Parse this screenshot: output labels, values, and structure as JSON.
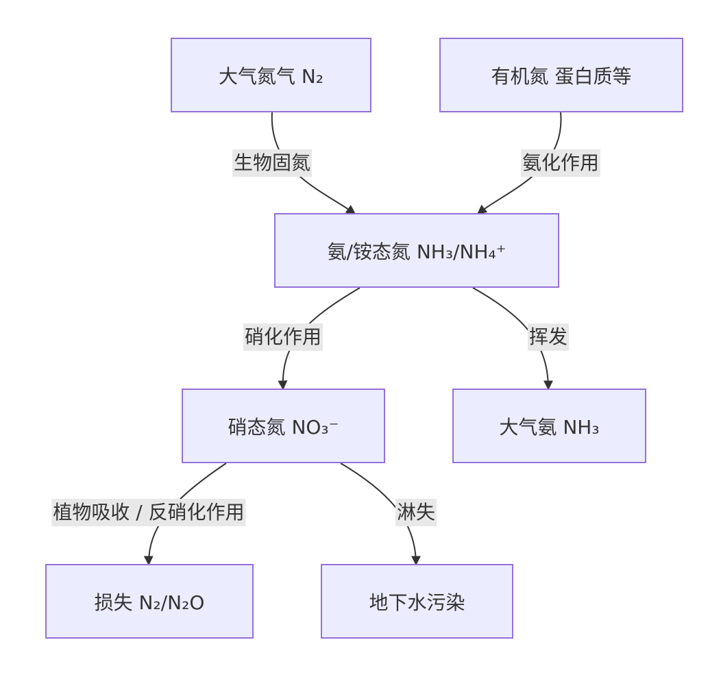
{
  "nodes": {
    "atmospheric_n2": "大气氮气 N₂",
    "organic_n": "有机氮 蛋白质等",
    "ammonium_n": "氨/铵态氮 NH₃/NH₄⁺",
    "nitrate_n": "硝态氮 NO₃⁻",
    "atmospheric_ammonia": "大气氨 NH₃",
    "loss_n2_n2o": "损失 N₂/N₂O",
    "groundwater_pollution": "地下水污染"
  },
  "edges": {
    "biological_fixation": "生物固氮",
    "ammonification": "氨化作用",
    "nitrification": "硝化作用",
    "volatilization": "挥发",
    "plant_uptake_denitrification": "植物吸收 / 反硝化作用",
    "leaching": "淋失"
  },
  "colors": {
    "node_fill": "#ECECFF",
    "node_border": "#9370DB",
    "edge_line": "#333333",
    "label_bg": "#E8E8E8"
  }
}
